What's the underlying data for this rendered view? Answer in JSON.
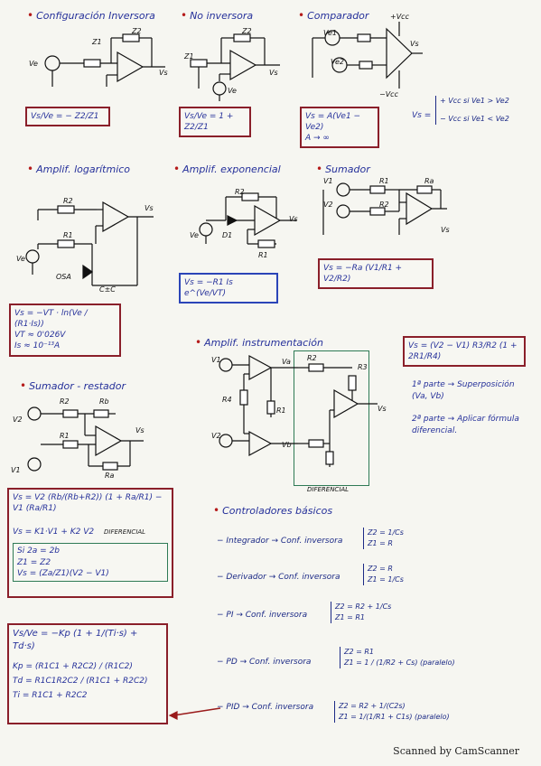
{
  "sections": {
    "inversora": {
      "title": "Configuración Inversora",
      "z1": "Z1",
      "z2": "Z2",
      "ve": "Ve",
      "vs": "Vs",
      "formula": "Vs/Ve = − Z2/Z1"
    },
    "no_inversora": {
      "title": "No inversora",
      "z1": "Z1",
      "z2": "Z2",
      "ve": "Ve",
      "vs": "Vs",
      "formula": "Vs/Ve = 1 + Z2/Z1"
    },
    "comparador": {
      "title": "Comparador",
      "vcc_pos": "+Vcc",
      "vcc_neg": "−Vcc",
      "ve1": "Ve1",
      "ve2": "Ve2",
      "vs": "Vs",
      "formula_line1": "Vs = A(Ve1 − Ve2)",
      "formula_line2": "A → ∞",
      "case1": "+ Vcc  si  Ve1 > Ve2",
      "case2": "− Vcc  si  Ve1 < Ve2",
      "vs_eq": "Vs ="
    },
    "logaritmico": {
      "title": "Amplif. logarítmico",
      "r1": "R1",
      "r2": "R2",
      "ve": "Ve",
      "vs": "Vs",
      "osa": "OSA",
      "csc": "C±C",
      "formula_line1": "Vs = −VT · ln(Ve / (R1·Is))",
      "formula_line2": "VT ≈ 0'026V",
      "formula_line3": "Is ≈ 10⁻¹³A"
    },
    "exponencial": {
      "title": "Amplif. exponencial",
      "r1": "R1",
      "r2": "R2",
      "d1": "D1",
      "ve": "Ve",
      "vs": "Vs",
      "formula": "Vs = −R1 Is e^(Ve/VT)"
    },
    "sumador": {
      "title": "Sumador",
      "r1": "R1",
      "r2": "R2",
      "ra": "Ra",
      "v1": "V1",
      "v2": "V2",
      "vs": "Vs",
      "formula": "Vs = −Ra (V1/R1 + V2/R2)"
    },
    "sumador_restador": {
      "title": "Sumador - restador",
      "r1": "R1",
      "r2": "R2",
      "ra": "Ra",
      "rb": "Rb",
      "v1": "V1",
      "v2": "V2",
      "vs": "Vs",
      "formula_line1": "Vs = V2 (Rb/(Rb+R2)) (1 + Ra/R1) − V1 (Ra/R1)",
      "formula_line2": "Vs = K1·V1 + K2 V2",
      "formula_tag": "DIFERENCIAL",
      "formula_line3a": "Si  2a = 2b",
      "formula_line3b": "Z1 = Z2",
      "formula_line3c": "Vs = (Za/Z1)(V2 − V1)"
    },
    "instrumentacion": {
      "title": "Amplif. instrumentación",
      "v1": "V1",
      "v2": "V2",
      "vs": "Vs",
      "va": "Va",
      "vb": "Vb",
      "r1": "R1",
      "r2": "R2",
      "r3": "R3",
      "r4": "R4",
      "box_label": "DIFERENCIAL",
      "formula": "Vs = (V2 − V1) R3/R2 (1 + 2R1/R4)",
      "note1": "1ª parte → Superposición (Va, Vb)",
      "note2": "2ª parte → Aplicar fórmula diferencial."
    },
    "pid": {
      "formula_top": "Vs/Ve = −Kp (1 + 1/(Ti·s) + Td·s)",
      "kp": "Kp = (R1C1 + R2C2) / (R1C2)",
      "td": "Td = R1C1R2C2 / (R1C1 + R2C2)",
      "ti": "Ti = R1C1 + R2C2"
    },
    "controladores": {
      "title": "Controladores básicos",
      "items": [
        {
          "name": "− Integrador → Conf. inversora",
          "z2": "Z2 = 1/Cs",
          "z1": "Z1 = R"
        },
        {
          "name": "− Derivador → Conf. inversora",
          "z2": "Z2 = R",
          "z1": "Z1 = 1/Cs"
        },
        {
          "name": "− PI → Conf. inversora",
          "z2": "Z2 = R2 + 1/Cs",
          "z1": "Z1 = R1"
        },
        {
          "name": "− PD → Conf. inversora",
          "z2": "Z2 = R1",
          "z1": "Z1 = 1 / (1/R2 + Cs)  (paralelo)"
        },
        {
          "name": "− PID → Conf. inversora",
          "z2": "Z2 = R2 + 1/(C2s)",
          "z1": "Z1 = 1/(1/R1 + C1s) (paralelo)"
        }
      ]
    }
  },
  "footer": "Scanned by CamScanner",
  "colors": {
    "ink_blue": "#25309a",
    "box_red": "#8a1f2a",
    "bullet_red": "#b51b1b",
    "green_box": "#2e7a55"
  }
}
